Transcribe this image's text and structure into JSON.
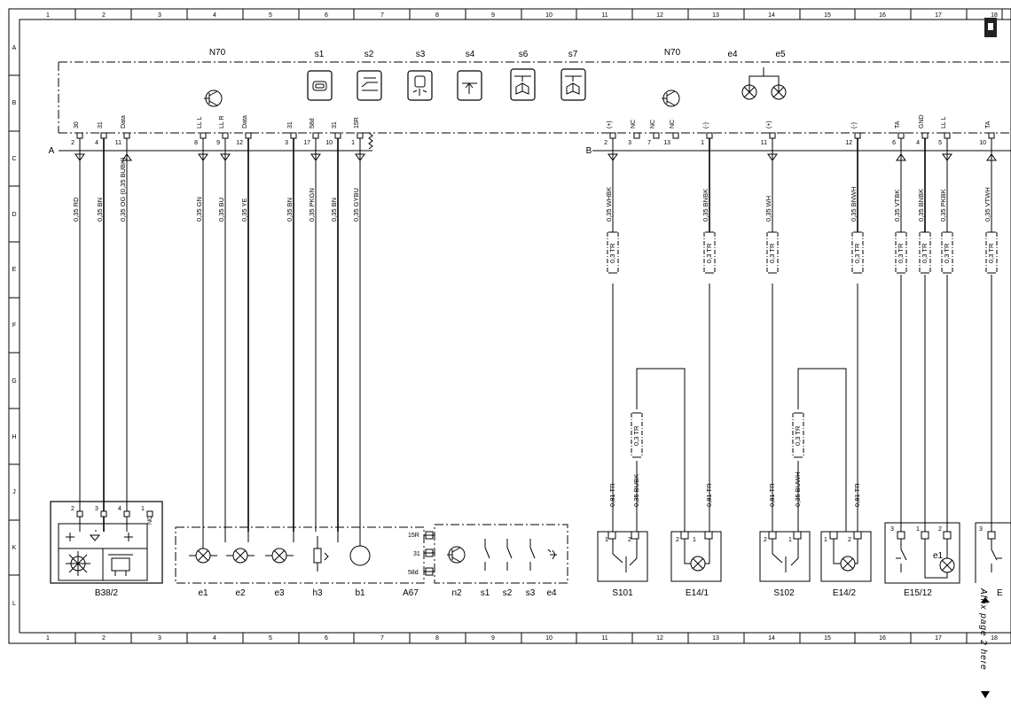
{
  "grid": {
    "columns": [
      "1",
      "2",
      "3",
      "4",
      "5",
      "6",
      "7",
      "8",
      "9",
      "10",
      "11",
      "12",
      "13",
      "14",
      "15",
      "16",
      "17",
      "18"
    ],
    "rows": [
      "A",
      "B",
      "C",
      "D",
      "E",
      "F",
      "G",
      "H",
      "J",
      "K",
      "L"
    ]
  },
  "modules": {
    "n70_left": "N70",
    "n70_right": "N70",
    "connector_a": "A",
    "connector_b": "B",
    "switches": [
      "s1",
      "s2",
      "s3",
      "s4",
      "s6",
      "s7"
    ],
    "lamps_top": [
      "e4",
      "e5"
    ]
  },
  "left_pins": [
    {
      "name": "30",
      "num": "2",
      "wire": "0,35 RD"
    },
    {
      "name": "31",
      "num": "4",
      "wire": "0,35 BN"
    },
    {
      "name": "Data",
      "num": "11",
      "wire": "0,35 OG (0,35 BUBK)"
    },
    {
      "name": "LL L",
      "num": "8",
      "wire": "0,35 GN"
    },
    {
      "name": "LL R",
      "num": "9",
      "wire": "0,35 BU"
    },
    {
      "name": "Data",
      "num": "12",
      "wire": "0,35 YE"
    },
    {
      "name": "31",
      "num": "3",
      "wire": "0,35 BN"
    },
    {
      "name": "58d",
      "num": "17",
      "wire": "0,35 PKGN"
    },
    {
      "name": "31",
      "num": "10",
      "wire": "0,35 BN"
    },
    {
      "name": "15R",
      "num": "1",
      "wire": "0,35 GYBU"
    }
  ],
  "right_pins": [
    {
      "name": "(+)",
      "num": "2",
      "wire": "0,35 WHBK"
    },
    {
      "name": "NC",
      "num": "3",
      "wire": ""
    },
    {
      "name": "NC",
      "num": "7",
      "wire": ""
    },
    {
      "name": "NC",
      "num": "13",
      "wire": ""
    },
    {
      "name": "(-)",
      "num": "1",
      "wire": "0,35 BNBK"
    },
    {
      "name": "(+)",
      "num": "11",
      "wire": "0,35 WH"
    },
    {
      "name": "(-)",
      "num": "12",
      "wire": "0,35 BNWH"
    },
    {
      "name": "TA",
      "num": "6",
      "wire": "0,35 VTBK"
    },
    {
      "name": "GND",
      "num": "4",
      "wire": "0,35 BNBK"
    },
    {
      "name": "LL L",
      "num": "5",
      "wire": "0,35 PKBK"
    },
    {
      "name": "TA",
      "num": "10",
      "wire": "0,35 VTWH"
    }
  ],
  "tr_wires": {
    "tr03": "0,3 TR",
    "tr081": "0,81 TR",
    "bubk": "0,35 BUBK",
    "buwh": "0,35 BUWH"
  },
  "bottom": {
    "b38_pins": [
      "2",
      "3",
      "4",
      "1"
    ],
    "b38_nc": "NC",
    "b38_label": "B38/2",
    "group1_labels": [
      "e1",
      "e2",
      "e3",
      "h3",
      "b1"
    ],
    "a67_label": "A67",
    "a67_pins": [
      "15R",
      "31",
      "58d"
    ],
    "group2_labels": [
      "n2",
      "s1",
      "s2",
      "s3",
      "e4"
    ],
    "s101_label": "S101",
    "e14_1_label": "E14/1",
    "s102_label": "S102",
    "e14_2_label": "E14/2",
    "e15_12_label": "E15/12",
    "e15_12_pins": [
      "3",
      "1",
      "2"
    ],
    "e15_12_lamp": "e1",
    "pair_pins": [
      "1",
      "2"
    ],
    "pair_pins_rev": [
      "2",
      "1"
    ],
    "cut_pin": "3",
    "cut_label": "E"
  },
  "note": {
    "affix": "Affix page 2 here"
  }
}
